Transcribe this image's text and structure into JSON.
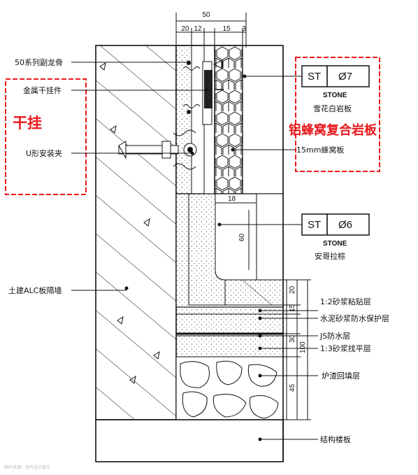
{
  "top_dimension": {
    "total": "50",
    "segments": [
      "20",
      "12",
      "15",
      "3"
    ]
  },
  "left_labels": {
    "keel": "50系列副龙骨",
    "hanger": "金属干挂件",
    "clip": "U形安装夹",
    "wall": "土建ALC板隔墙"
  },
  "dry_hang_label": "干挂",
  "tags": [
    {
      "code": "ST",
      "number": "Ø7",
      "sub": "STONE",
      "name": "雪花白岩板"
    },
    {
      "code": "ST",
      "number": "Ø6",
      "sub": "STONE",
      "name": "安哥拉棕"
    }
  ],
  "panel_label": "铝蜂窝复合岩板",
  "honeycomb_label": "15mm蜂窝板",
  "right_labels": {
    "adhesive": "1:2砂浆粘贴层",
    "waterproof_protect": "水泥砂浆防水保护层",
    "js": "JS防水层",
    "leveling": "1:3砂浆找平层",
    "slag": "炉渣回填层",
    "slab": "结构楼板"
  },
  "inner_dims": {
    "skirt_width": "18",
    "skirt_height": "60"
  },
  "right_dims": {
    "d1": "20",
    "d2": "15",
    "d3": "30",
    "d4": "45",
    "total": "100"
  },
  "watermark": "图片来源：室内设计施工"
}
